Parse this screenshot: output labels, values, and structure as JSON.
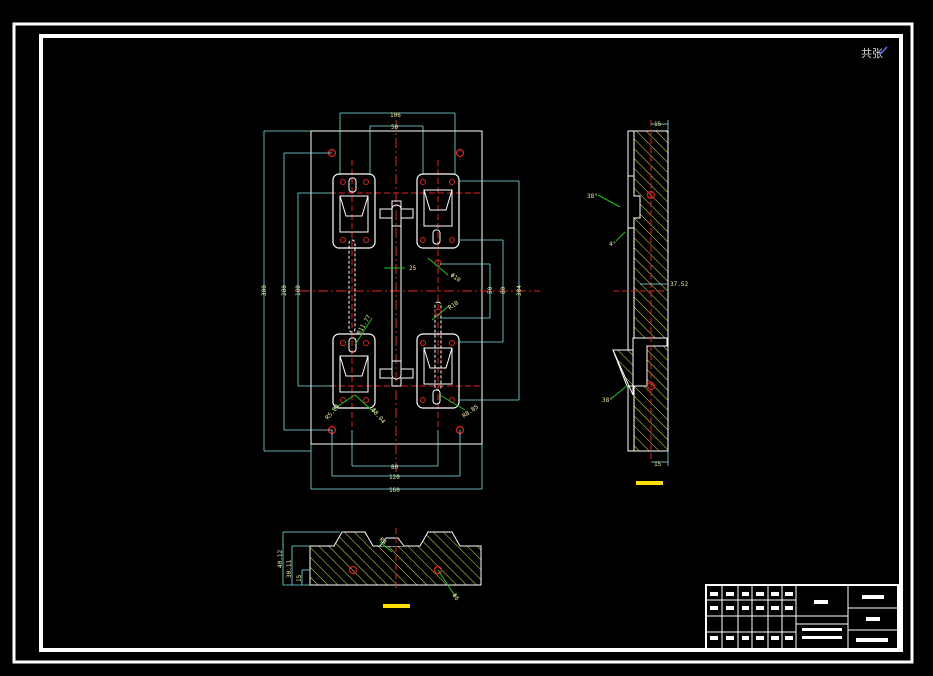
{
  "sheet": {
    "page_label": "共张"
  },
  "front_view": {
    "dim_top_outer": "106",
    "dim_top_inner": "50",
    "dim_bottom_1": "80",
    "dim_bottom_2": "120",
    "dim_bottom_3": "160",
    "dim_left_1": "300",
    "dim_left_2": "280",
    "dim_left_3": "180",
    "dim_right_1": "50",
    "dim_right_2": "80",
    "dim_right_3": "304",
    "dim_center": "25",
    "dim_diag_1": "Φ10",
    "dim_diag_2": "R10",
    "dim_diag_3": "R11.77",
    "dim_diag_4": "R5.04",
    "dim_diag_5": "Φ8.04",
    "dim_diag_6": "R8.85"
  },
  "side_view": {
    "dim_top": "15",
    "dim_bottom": "15",
    "angle_top": "38°",
    "angle_mid": "4°",
    "angle_bottom": "38°",
    "dim_height": "37.52"
  },
  "bottom_view": {
    "dim_1": "40.12",
    "dim_2": "30.11",
    "dim_3": "15",
    "dim_radius": "R4",
    "dim_hole": "Φ6"
  },
  "colors": {
    "outline": "#ffffff",
    "hatch": "#e6e64c",
    "centerline": "#e02020",
    "dimension": "#7fe8e8",
    "leader": "#22c022",
    "text": "#e8e8a0"
  }
}
